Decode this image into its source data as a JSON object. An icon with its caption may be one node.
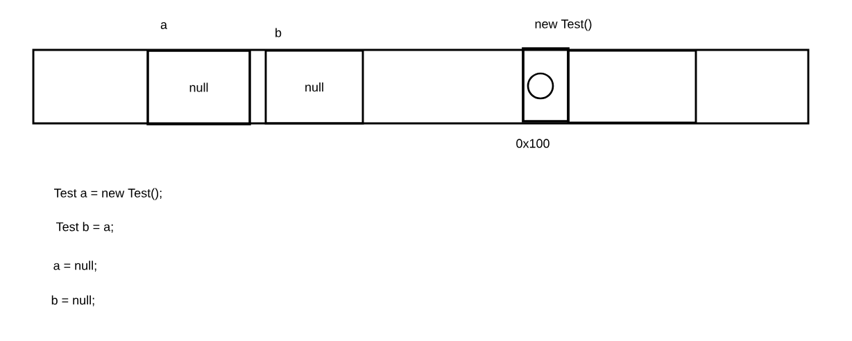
{
  "diagram": {
    "nodes": [
      {
        "text": [],
        "shape": "box"
      },
      {
        "text": [
          "null"
        ],
        "beside": [
          "a"
        ],
        "in": 0
      },
      {
        "text": [
          "null"
        ],
        "beside": [
          "b"
        ],
        "in": 0
      },
      {
        "text": [],
        "shape": "box",
        "beside": [
          "new Test()",
          "0x100"
        ],
        "in": 0
      },
      {
        "text": [],
        "shape": "circle",
        "in": 3
      },
      {
        "text": [],
        "shape": "box",
        "in": 0
      }
    ],
    "labels": [
      "Test a = new Test();",
      "Test b = a;",
      "a = null;",
      "b = null;"
    ]
  }
}
